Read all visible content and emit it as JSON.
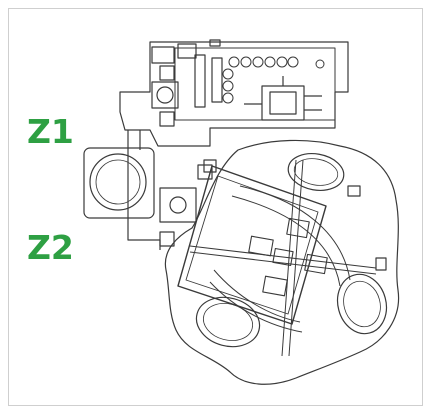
{
  "figure": {
    "labels": {
      "z1": "Z1",
      "z2": "Z2"
    },
    "colors": {
      "label": "#2ea043",
      "line": "#3a3a3a",
      "frame": "#cfcfcf"
    },
    "icons": {
      "board": "circuit-board-drawing"
    }
  }
}
